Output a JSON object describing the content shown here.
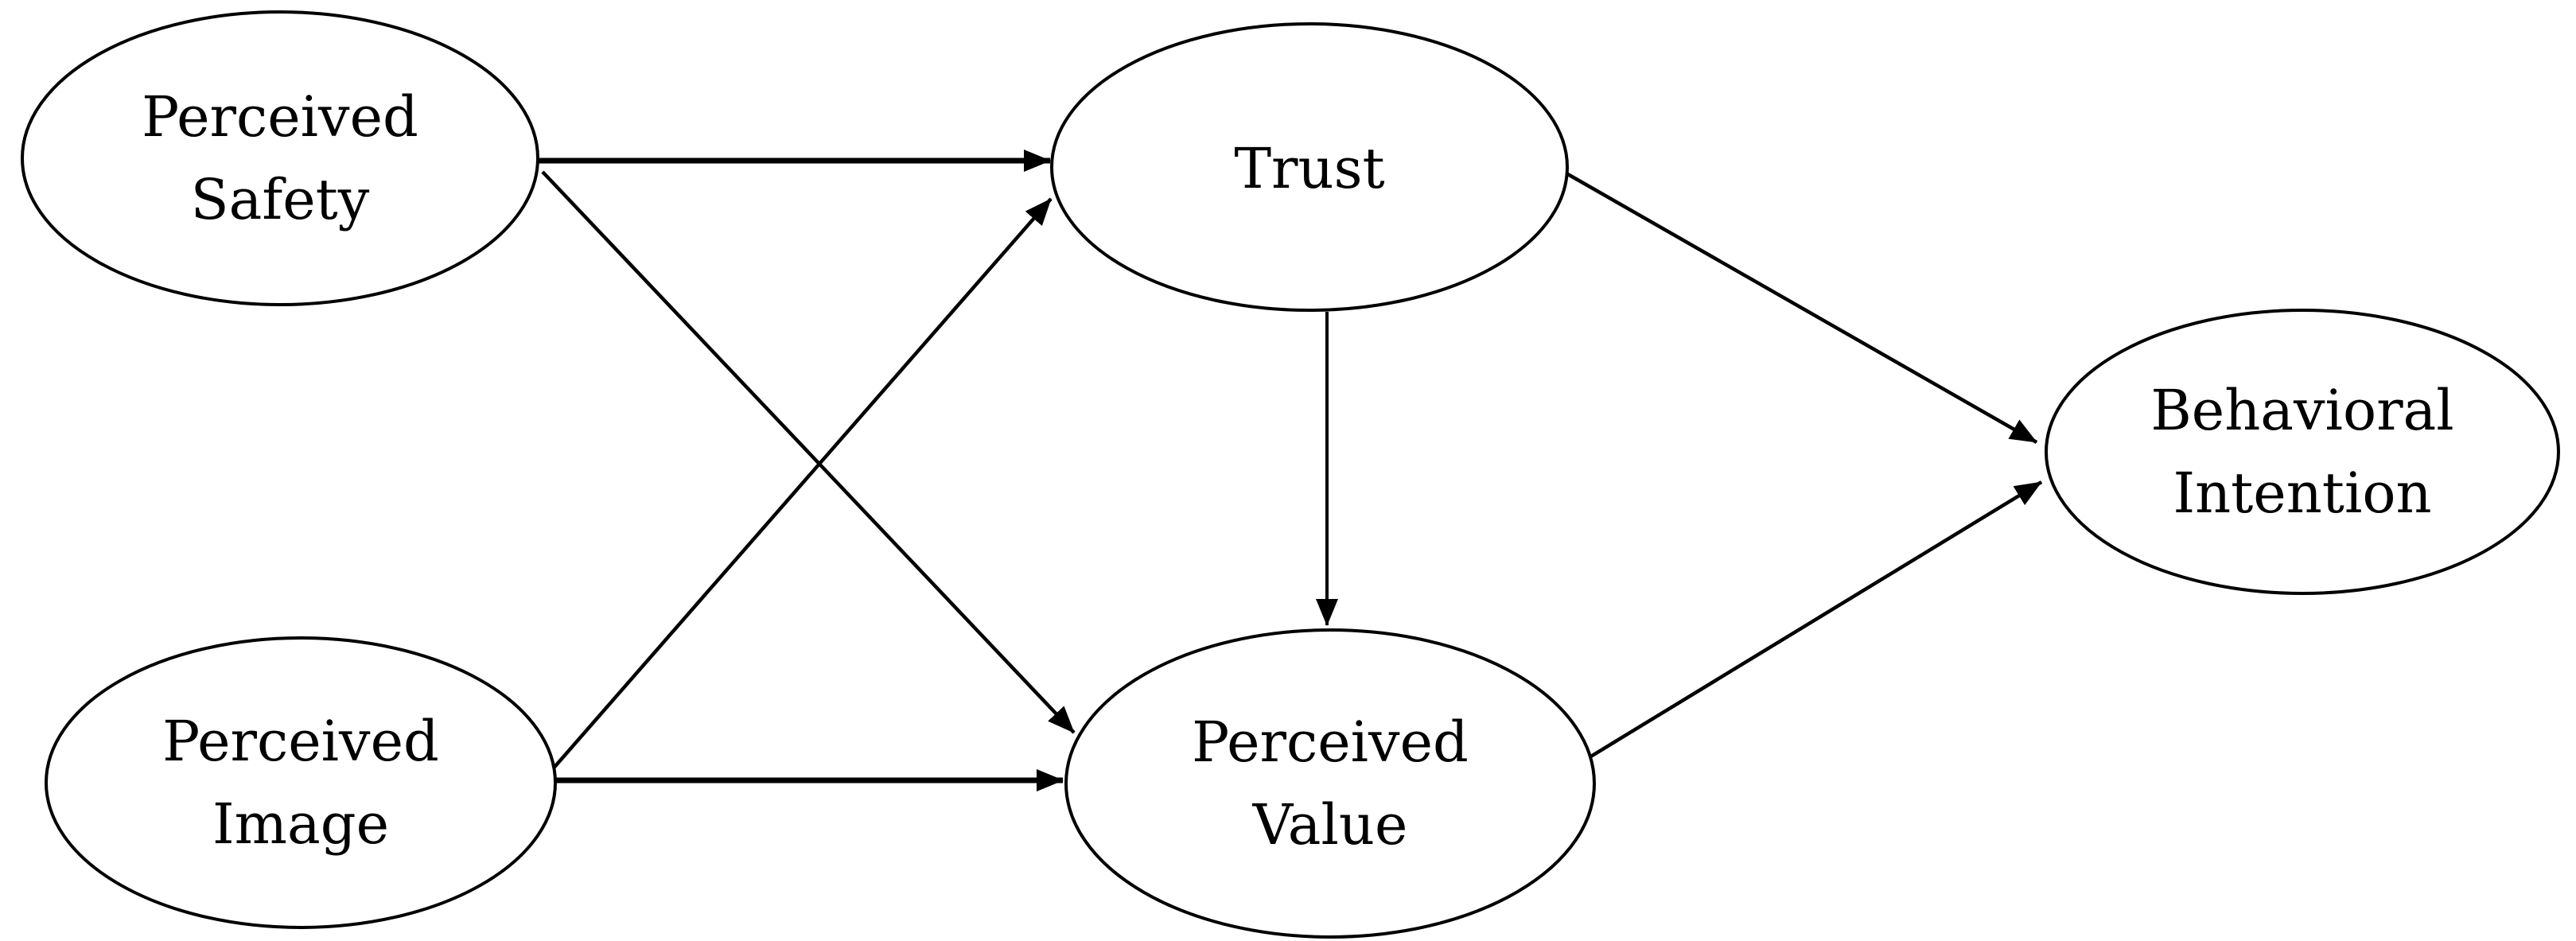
{
  "figure": {
    "type": "path-diagram",
    "background": "#ffffff",
    "stroke_color": "#000000",
    "text_color": "#000000"
  },
  "nodes": [
    {
      "id": "perceived-safety",
      "label": "Perceived Safety",
      "lines": [
        "Perceived",
        "Safety"
      ]
    },
    {
      "id": "perceived-image",
      "label": "Perceived Image",
      "lines": [
        "Perceived",
        "Image"
      ]
    },
    {
      "id": "trust",
      "label": "Trust",
      "lines": [
        "Trust"
      ]
    },
    {
      "id": "perceived-value",
      "label": "Perceived Value",
      "lines": [
        "Perceived",
        "Value"
      ]
    },
    {
      "id": "behavioral-intention",
      "label": "Behavioral Intention",
      "lines": [
        "Behavioral",
        "Intention"
      ]
    }
  ],
  "edges": [
    {
      "id": "safety-to-trust",
      "from": "perceived-safety",
      "to": "trust"
    },
    {
      "id": "safety-to-value",
      "from": "perceived-safety",
      "to": "perceived-value"
    },
    {
      "id": "image-to-trust",
      "from": "perceived-image",
      "to": "trust"
    },
    {
      "id": "image-to-value",
      "from": "perceived-image",
      "to": "perceived-value"
    },
    {
      "id": "trust-to-value",
      "from": "trust",
      "to": "perceived-value"
    },
    {
      "id": "trust-to-intention",
      "from": "trust",
      "to": "behavioral-intention"
    },
    {
      "id": "value-to-intention",
      "from": "perceived-value",
      "to": "behavioral-intention"
    }
  ]
}
